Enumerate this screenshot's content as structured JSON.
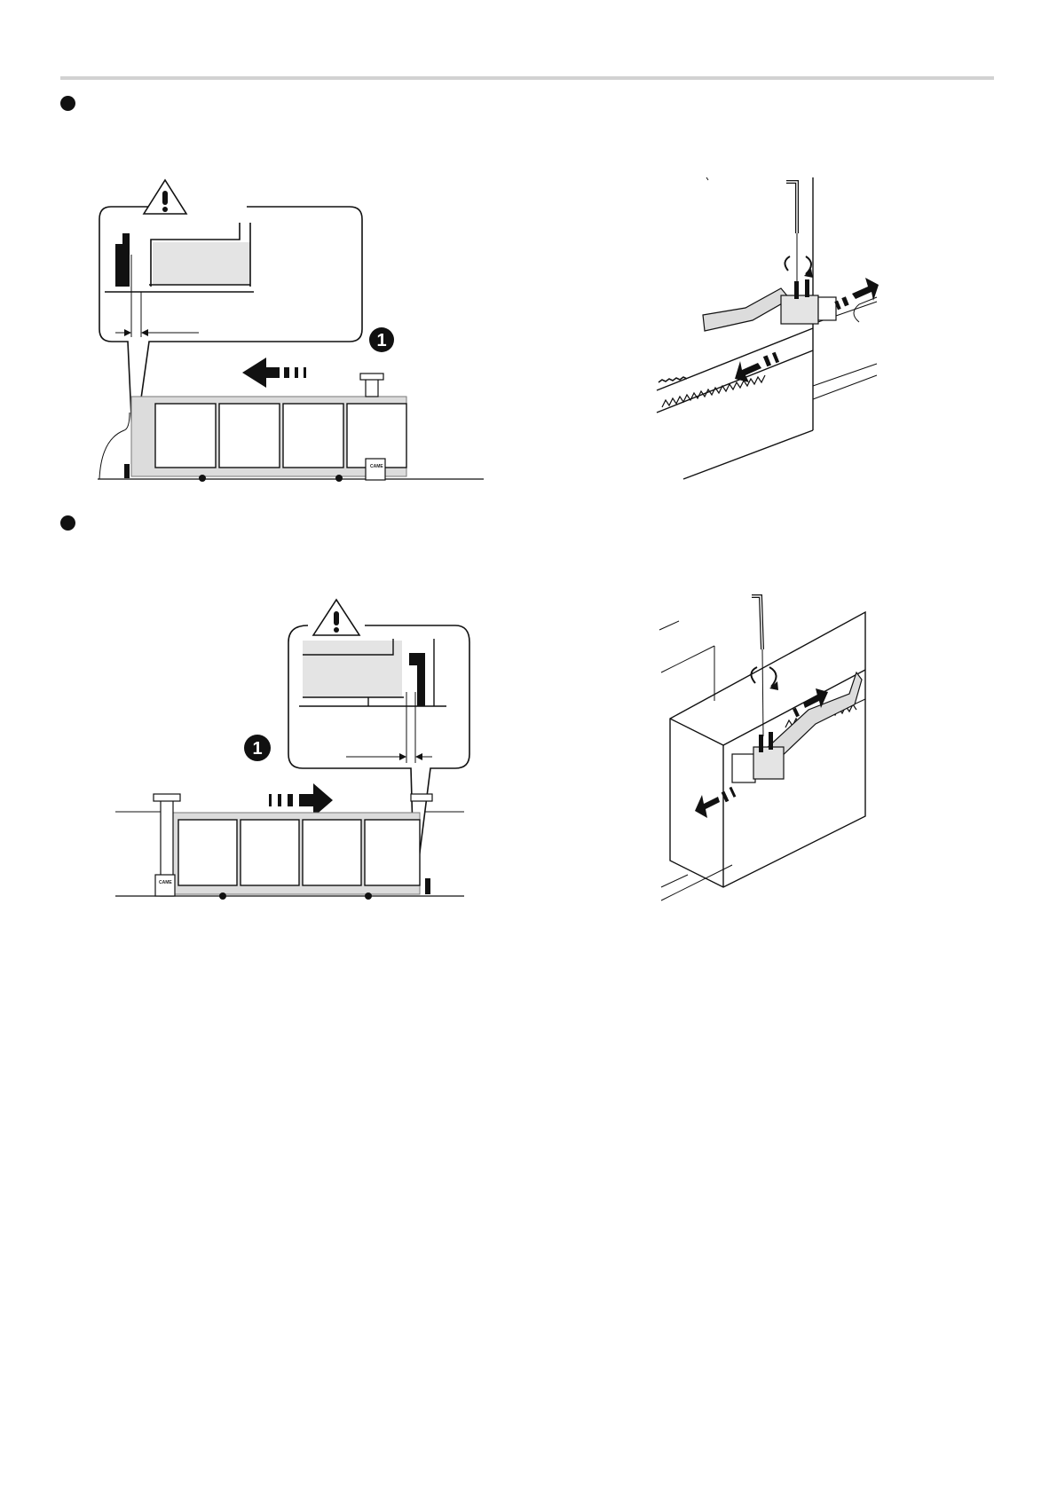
{
  "document": {
    "steps": [
      {
        "marker": "bullet",
        "callout_number": "1",
        "gate_direction": "left",
        "motor_label": "CAME"
      },
      {
        "marker": "bullet",
        "callout_number": "1",
        "gate_direction": "right",
        "motor_label": "CAME"
      }
    ]
  },
  "icons": {
    "warning": "warning-triangle-icon",
    "rotate": "rotate-arrows-icon",
    "allen_key": "allen-key-icon",
    "move_arrow": "direction-arrow-icon"
  }
}
